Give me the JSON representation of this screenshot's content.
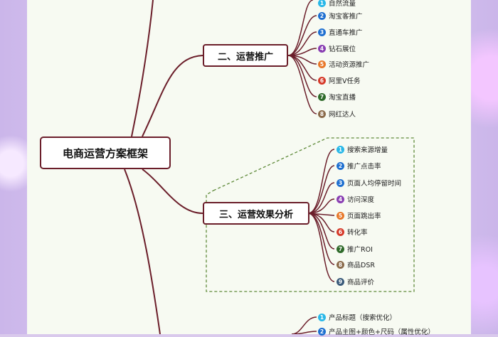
{
  "root": "电商运营方案框架",
  "branches": [
    {
      "label": "二、运营推广",
      "items": [
        "自然流量",
        "淘宝客推广",
        "直通车推广",
        "钻石展位",
        "活动资源推广",
        "阿里V任务",
        "淘宝直播",
        "网红达人"
      ]
    },
    {
      "label": "三、运营效果分析",
      "items": [
        "搜索来源增量",
        "推广点击率",
        "页面人均停留时间",
        "访问深度",
        "页面跳出率",
        "转化率",
        "推广ROI",
        "商品DSR",
        "商品评价"
      ]
    },
    {
      "label": "",
      "items": [
        "产品标题（搜索优化）",
        "产品主图+颜色+尺码（属性优化）"
      ]
    }
  ],
  "number_colors": [
    "#29b8e8",
    "#1e6fd0",
    "#1e6fd0",
    "#8a3fb3",
    "#e8782a",
    "#d63a2a",
    "#2f6b2a",
    "#8a6a4a",
    "#3a5a7a"
  ],
  "line_color": "#6b1e2a",
  "dash_color": "#5f8a3a"
}
